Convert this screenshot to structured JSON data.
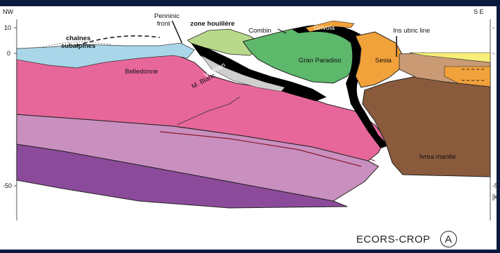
{
  "orientation": {
    "left": "NW",
    "right": "S E"
  },
  "depth_axis": {
    "ticks": [
      "10",
      "0",
      "-50"
    ],
    "right_ticks": [
      "-",
      "-",
      "-5"
    ],
    "unit_right": "[k"
  },
  "labels": {
    "chaines_line1": "chaînes",
    "chaines_line2": "subalpines",
    "penninic_line1": "Penninic",
    "penninic_line2": "front",
    "zone_houillere": "zone houillère",
    "combin": "Combin",
    "grivola": "Grivola",
    "insubric": "Ins ubric  line",
    "belledonne": "Belledonne",
    "m_blanc": "M. Blanc",
    "vanisan": "Vanisan",
    "gran_paradiso": "Gran  Paradiso",
    "sesia": "Sesia",
    "ivrea_mantle": "Ivrea  mantle"
  },
  "footer": {
    "profile": "ECORS-CROP",
    "panel": "A"
  },
  "colors": {
    "upper_crust": "#e8679a",
    "middle_crust": "#c98fbf",
    "lower_crust": "#8c4b9a",
    "penninic_nappes": "#5db86b",
    "light_green": "#b8d98a",
    "sesia_orange": "#f2a23a",
    "ivrea_brown": "#8a5a3c",
    "tan": "#c99a74",
    "yellow": "#f6ef7a",
    "molasse_blue": "#a9d6e8",
    "black": "#000000"
  }
}
